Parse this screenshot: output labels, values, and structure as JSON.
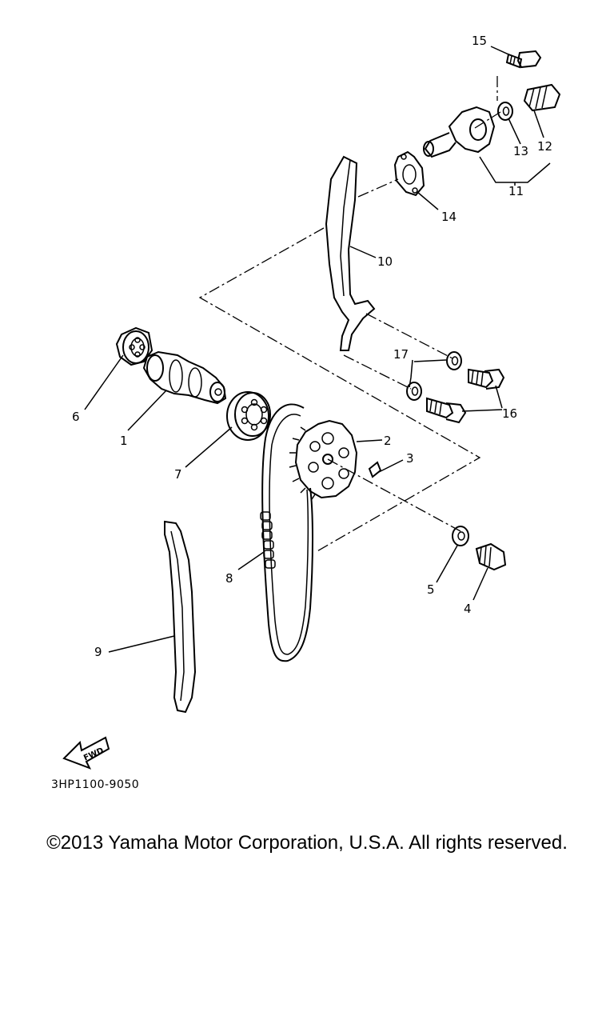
{
  "callouts": {
    "c1": "1",
    "c2": "2",
    "c3": "3",
    "c4": "4",
    "c5": "5",
    "c6": "6",
    "c7": "7",
    "c8": "8",
    "c9": "9",
    "c10": "10",
    "c11": "11",
    "c12": "12",
    "c13": "13",
    "c14": "14",
    "c15": "15",
    "c16": "16",
    "c17": "17"
  },
  "fwd_label": "FWD",
  "diagram_code": "3HP1100-9050",
  "copyright": "©2013 Yamaha Motor Corporation, U.S.A. All rights reserved."
}
